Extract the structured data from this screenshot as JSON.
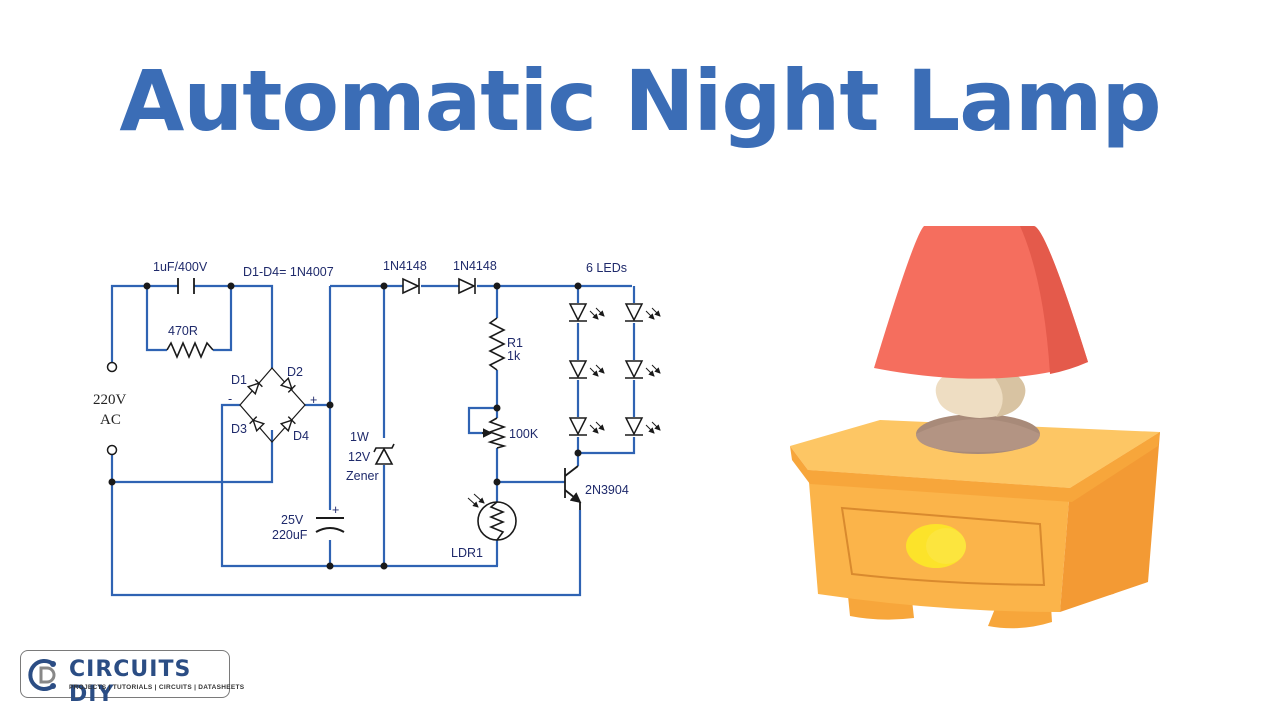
{
  "title": "Automatic Night Lamp",
  "colors": {
    "title": "#3b6db6",
    "wire": "#2f63b3",
    "component": "#1a1a1a",
    "label": "#1f2a6b",
    "shade": "#f56e5e",
    "table": "#fbb44a",
    "knob": "#fce32a"
  },
  "circuit": {
    "capacitor_label": "1uF/400V",
    "resistor_label": "470R",
    "bridge_label": "D1-D4= 1N4007",
    "d1": "D1",
    "d2": "D2",
    "d3": "D3",
    "d4": "D4",
    "minus": "-",
    "plus": "+",
    "supply_voltage": "220V",
    "supply_type": "AC",
    "diode1": "1N4148",
    "diode2": "1N4148",
    "zener_power": "1W",
    "zener_voltage": "12V",
    "zener_type": "Zener",
    "cap2_voltage": "25V",
    "cap2_value": "220uF",
    "cap2_plus": "+",
    "r1_name": "R1",
    "r1_value": "1k",
    "pot_value": "100K",
    "ldr_label": "LDR1",
    "transistor_label": "2N3904",
    "leds_label": "6 LEDs"
  },
  "lamp_icon": "bedside-lamp-on-nightstand",
  "logo": {
    "name": "CIRCUITS DIY",
    "tagline": "PROJECTS | TUTORIALS | CIRCUITS | DATASHEETS",
    "icon": "circuit-cd-logo-icon"
  }
}
